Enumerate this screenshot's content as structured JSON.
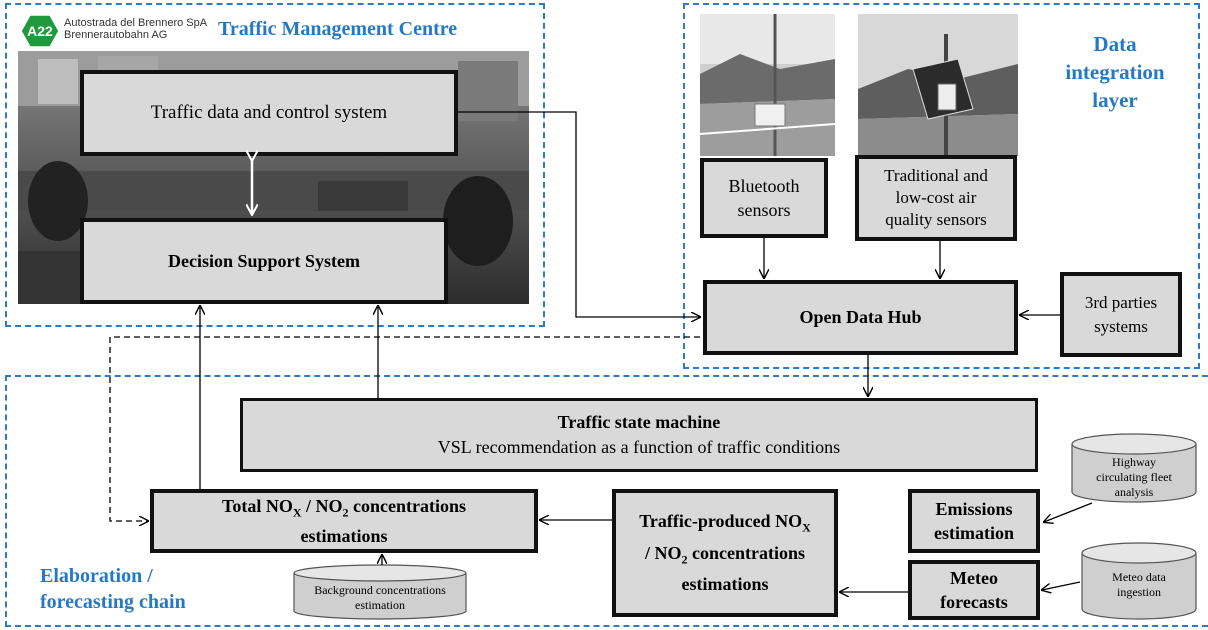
{
  "tmc": {
    "title": "Traffic Management Centre",
    "logo_badge": "A22",
    "logo_line1": "Autostrada del Brennero SpA",
    "logo_line2": "Brennerautobahn AG",
    "traffic_data_box": "Traffic data and control system",
    "dss_box": "Decision Support System"
  },
  "data_layer": {
    "title_line1": "Data",
    "title_line2": "integration",
    "title_line3": "layer",
    "bluetooth_line1": "Bluetooth",
    "bluetooth_line2": "sensors",
    "airq_line1": "Traditional and",
    "airq_line2": "low-cost air",
    "airq_line3": "quality sensors",
    "open_data_hub": "Open Data Hub",
    "third_parties_line1": "3rd parties",
    "third_parties_line2": "systems"
  },
  "chain": {
    "title_line1": "Elaboration /",
    "title_line2": "forecasting chain",
    "state_machine_title": "Traffic state machine",
    "state_machine_sub": "VSL recommendation as a function of traffic conditions",
    "total_no": {
      "prefix": "Total NO",
      "sub": "X",
      "mid": " / NO",
      "sub2": "2",
      "suffix": " concentrations",
      "line2": "estimations"
    },
    "traffic_no": {
      "line1_prefix": "Traffic-produced NO",
      "line1_sub": "X",
      "line2_prefix": "/ NO",
      "line2_sub": "2",
      "line2_suffix": " concentrations",
      "line3": "estimations"
    },
    "emissions_line1": "Emissions",
    "emissions_line2": "estimation",
    "meteo_line1": "Meteo",
    "meteo_line2": "forecasts",
    "db_fleet_line1": "Highway",
    "db_fleet_line2": "circulating fleet",
    "db_fleet_line3": "analysis",
    "db_background_line1": "Background concentrations",
    "db_background_line2": "estimation",
    "db_meteo_line1": "Meteo data",
    "db_meteo_line2": "ingestion"
  },
  "colors": {
    "accent_blue": "#2479c4",
    "box_fill": "#d9d9d9",
    "box_border": "#111111"
  }
}
